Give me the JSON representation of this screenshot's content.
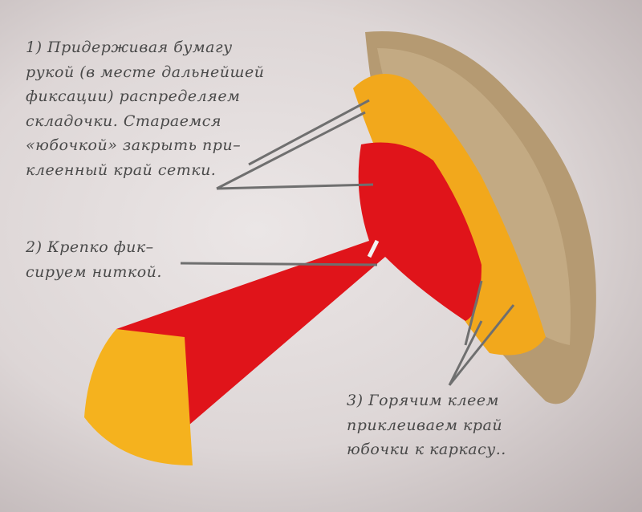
{
  "annotations": [
    {
      "lines": [
        "1) Придерживая бумагу",
        "рукой (в месте дальнейшей",
        "фиксации) распределяем",
        "складочки.  Стараемся",
        "«юбочкой» закрыть  при–",
        "клеенный край сетки."
      ]
    },
    {
      "lines": [
        "2) Крепко фик–",
        "сируем ниткой."
      ]
    },
    {
      "lines": [
        "3) Горячим клеем",
        "приклеиваем край",
        "юбочки к каркасу.."
      ]
    }
  ],
  "colors": {
    "red": "#e0141a",
    "yellow": "#f2a81c",
    "burlap": "#b59a72",
    "text": "#4a4a4a",
    "arrow": "#6f6f6f"
  }
}
